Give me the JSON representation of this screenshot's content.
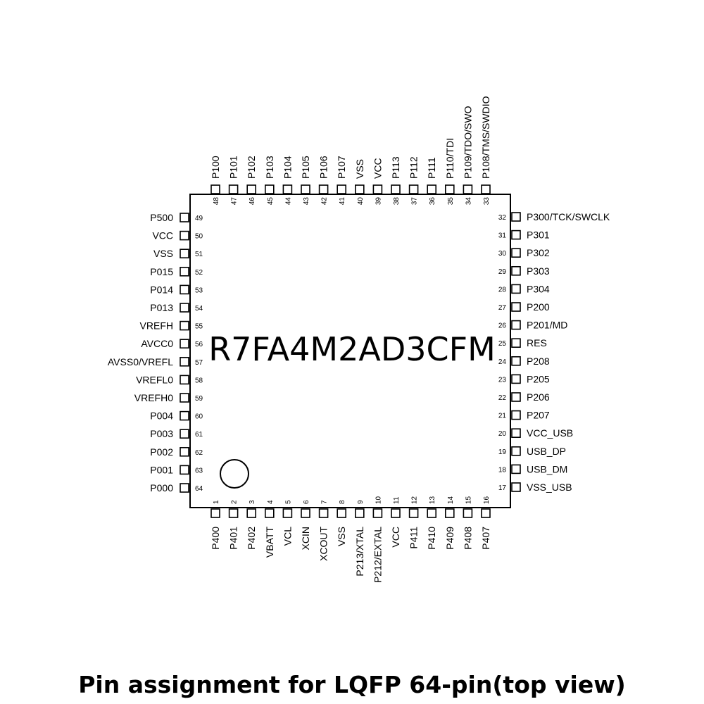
{
  "chip": {
    "part_number": "R7FA4M2AD3CFM"
  },
  "caption": "Pin assignment for LQFP 64-pin(top view)",
  "pins": {
    "bottom": [
      {
        "num": "1",
        "name": "P400"
      },
      {
        "num": "2",
        "name": "P401"
      },
      {
        "num": "3",
        "name": "P402"
      },
      {
        "num": "4",
        "name": "VBATT"
      },
      {
        "num": "5",
        "name": "VCL"
      },
      {
        "num": "6",
        "name": "XCIN"
      },
      {
        "num": "7",
        "name": "XCOUT"
      },
      {
        "num": "8",
        "name": "VSS"
      },
      {
        "num": "9",
        "name": "P213/XTAL"
      },
      {
        "num": "10",
        "name": "P212/EXTAL"
      },
      {
        "num": "11",
        "name": "VCC"
      },
      {
        "num": "12",
        "name": "P411"
      },
      {
        "num": "13",
        "name": "P410"
      },
      {
        "num": "14",
        "name": "P409"
      },
      {
        "num": "15",
        "name": "P408"
      },
      {
        "num": "16",
        "name": "P407"
      }
    ],
    "right": [
      {
        "num": "17",
        "name": "VSS_USB"
      },
      {
        "num": "18",
        "name": "USB_DM"
      },
      {
        "num": "19",
        "name": "USB_DP"
      },
      {
        "num": "20",
        "name": "VCC_USB"
      },
      {
        "num": "21",
        "name": "P207"
      },
      {
        "num": "22",
        "name": "P206"
      },
      {
        "num": "23",
        "name": "P205"
      },
      {
        "num": "24",
        "name": "P208"
      },
      {
        "num": "25",
        "name": "RES"
      },
      {
        "num": "26",
        "name": "P201/MD"
      },
      {
        "num": "27",
        "name": "P200"
      },
      {
        "num": "28",
        "name": "P304"
      },
      {
        "num": "29",
        "name": "P303"
      },
      {
        "num": "30",
        "name": "P302"
      },
      {
        "num": "31",
        "name": "P301"
      },
      {
        "num": "32",
        "name": "P300/TCK/SWCLK"
      }
    ],
    "top": [
      {
        "num": "33",
        "name": "P108/TMS/SWDIO"
      },
      {
        "num": "34",
        "name": "P109/TDO/SWO"
      },
      {
        "num": "35",
        "name": "P110/TDI"
      },
      {
        "num": "36",
        "name": "P111"
      },
      {
        "num": "37",
        "name": "P112"
      },
      {
        "num": "38",
        "name": "P113"
      },
      {
        "num": "39",
        "name": "VCC"
      },
      {
        "num": "40",
        "name": "VSS"
      },
      {
        "num": "41",
        "name": "P107"
      },
      {
        "num": "42",
        "name": "P106"
      },
      {
        "num": "43",
        "name": "P105"
      },
      {
        "num": "44",
        "name": "P104"
      },
      {
        "num": "45",
        "name": "P103"
      },
      {
        "num": "46",
        "name": "P102"
      },
      {
        "num": "47",
        "name": "P101"
      },
      {
        "num": "48",
        "name": "P100"
      }
    ],
    "left": [
      {
        "num": "49",
        "name": "P500"
      },
      {
        "num": "50",
        "name": "VCC"
      },
      {
        "num": "51",
        "name": "VSS"
      },
      {
        "num": "52",
        "name": "P015"
      },
      {
        "num": "53",
        "name": "P014"
      },
      {
        "num": "54",
        "name": "P013"
      },
      {
        "num": "55",
        "name": "VREFH"
      },
      {
        "num": "56",
        "name": "AVCC0"
      },
      {
        "num": "57",
        "name": "AVSS0/VREFL"
      },
      {
        "num": "58",
        "name": "VREFL0"
      },
      {
        "num": "59",
        "name": "VREFH0"
      },
      {
        "num": "60",
        "name": "P004"
      },
      {
        "num": "61",
        "name": "P003"
      },
      {
        "num": "62",
        "name": "P002"
      },
      {
        "num": "63",
        "name": "P001"
      },
      {
        "num": "64",
        "name": "P000"
      }
    ]
  }
}
